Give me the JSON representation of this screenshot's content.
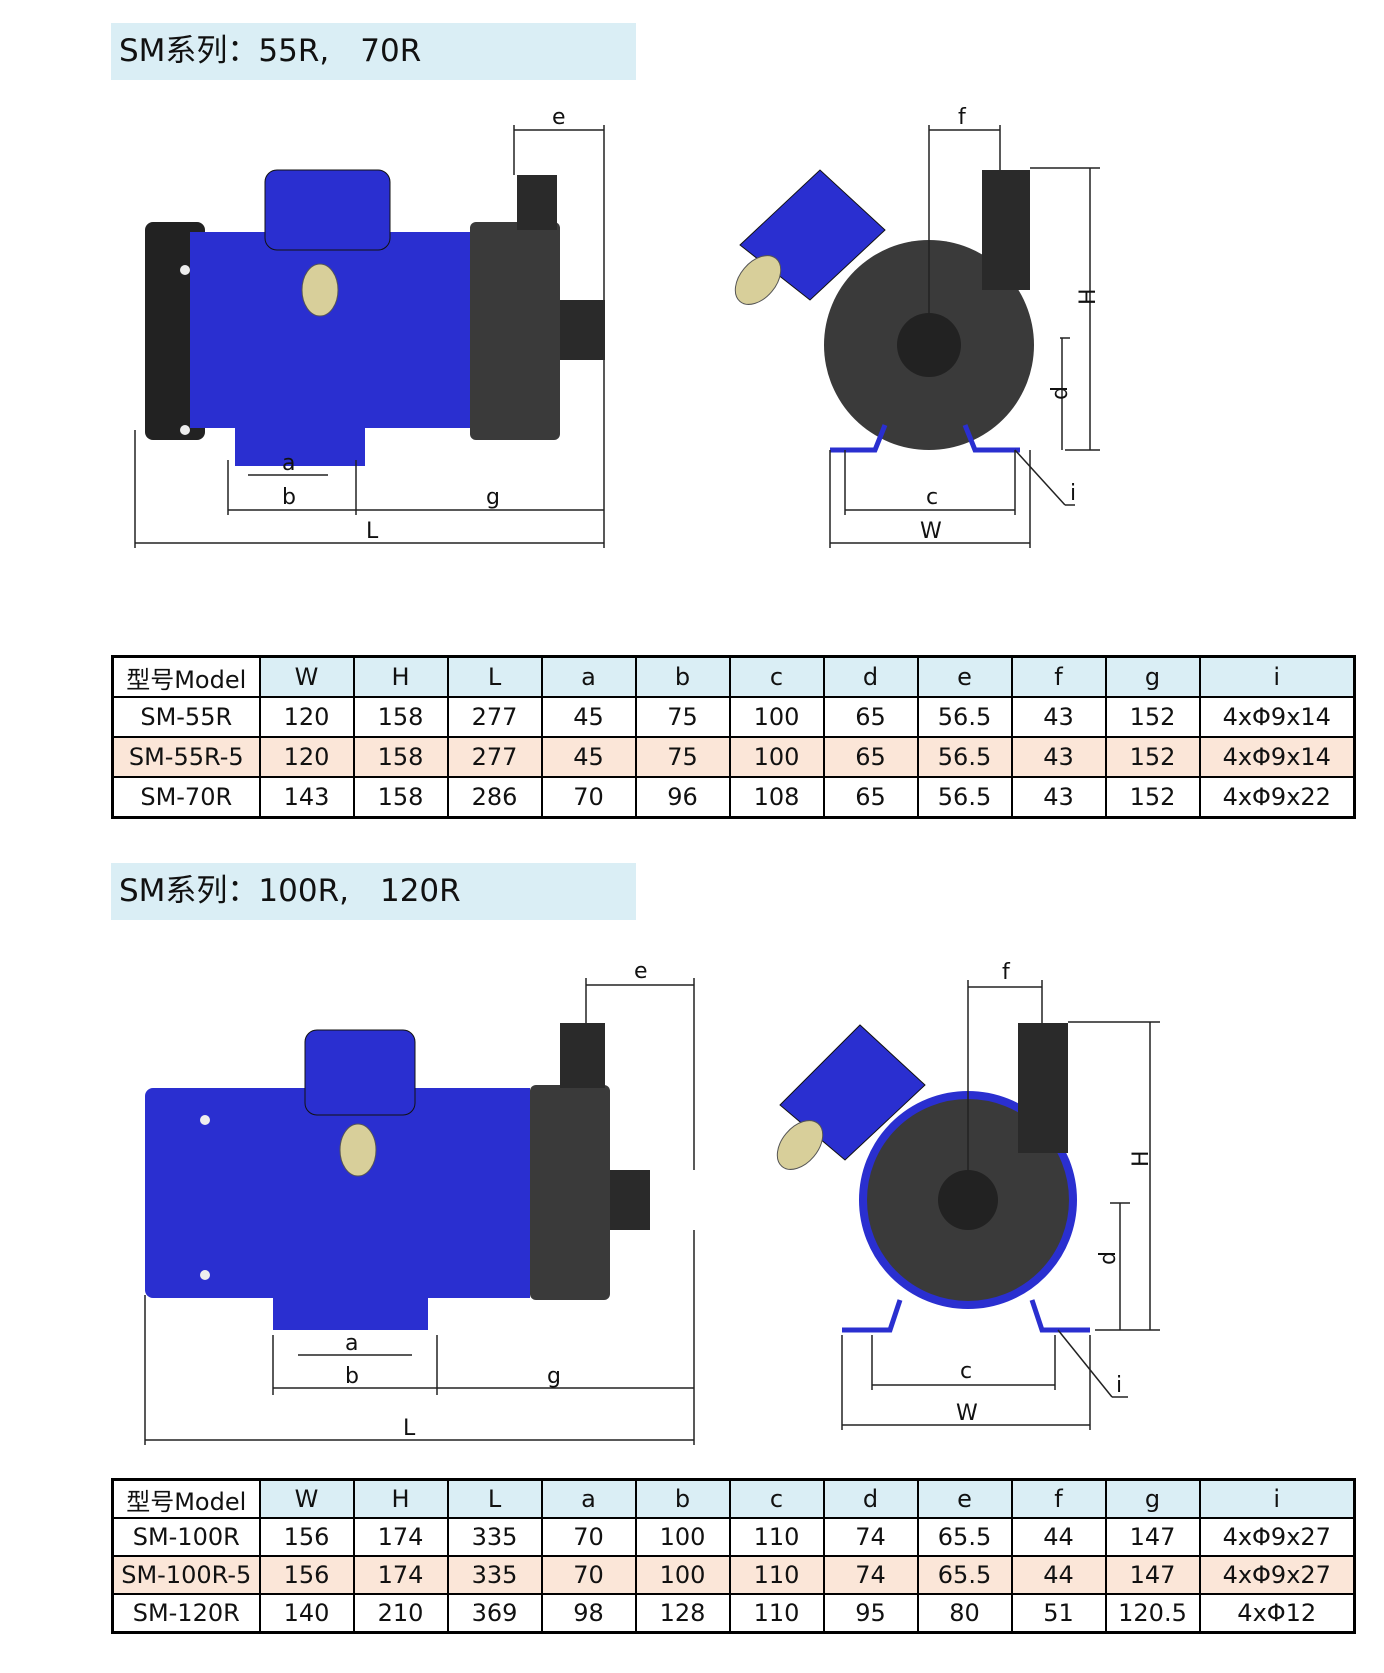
{
  "sections": [
    {
      "title": "SM系列：55R,　70R",
      "dims": {
        "e": "e",
        "f": "f",
        "H": "H",
        "d": "d",
        "a": "a",
        "b": "b",
        "g": "g",
        "L": "L",
        "c": "c",
        "W": "W",
        "i": "i"
      },
      "table": {
        "headers": [
          "型号Model",
          "W",
          "H",
          "L",
          "a",
          "b",
          "c",
          "d",
          "e",
          "f",
          "g",
          "i"
        ],
        "rows": [
          [
            "SM-55R",
            "120",
            "158",
            "277",
            "45",
            "75",
            "100",
            "65",
            "56.5",
            "43",
            "152",
            "4xΦ9x14"
          ],
          [
            "SM-55R-5",
            "120",
            "158",
            "277",
            "45",
            "75",
            "100",
            "65",
            "56.5",
            "43",
            "152",
            "4xΦ9x14"
          ],
          [
            "SM-70R",
            "143",
            "158",
            "286",
            "70",
            "96",
            "108",
            "65",
            "56.5",
            "43",
            "152",
            "4xΦ9x22"
          ]
        ]
      }
    },
    {
      "title": "SM系列：100R,　120R",
      "dims": {
        "e": "e",
        "f": "f",
        "H": "H",
        "d": "d",
        "a": "a",
        "b": "b",
        "g": "g",
        "L": "L",
        "c": "c",
        "W": "W",
        "i": "i"
      },
      "table": {
        "headers": [
          "型号Model",
          "W",
          "H",
          "L",
          "a",
          "b",
          "c",
          "d",
          "e",
          "f",
          "g",
          "i"
        ],
        "rows": [
          [
            "SM-100R",
            "156",
            "174",
            "335",
            "70",
            "100",
            "110",
            "74",
            "65.5",
            "44",
            "147",
            "4xΦ9x27"
          ],
          [
            "SM-100R-5",
            "156",
            "174",
            "335",
            "70",
            "100",
            "110",
            "74",
            "65.5",
            "44",
            "147",
            "4xΦ9x27"
          ],
          [
            "SM-120R",
            "140",
            "210",
            "369",
            "98",
            "128",
            "110",
            "95",
            "80",
            "51",
            "120.5",
            "4xΦ12"
          ]
        ]
      }
    }
  ],
  "colors": {
    "motor": "#2a2fd0",
    "pump": "#3a3a3a",
    "title_bg": "#daeef5",
    "row_alt": "#fbe6d8"
  }
}
